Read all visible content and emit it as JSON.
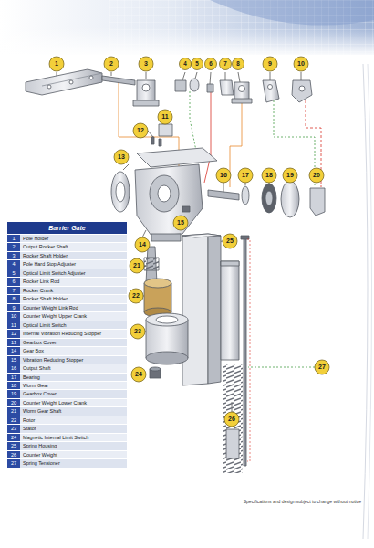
{
  "diagram": {
    "title": "Barrier Gate",
    "caption": "Specifications and design subject to change without notice",
    "labels": [
      "1",
      "2",
      "3",
      "4",
      "5",
      "6",
      "7",
      "8",
      "9",
      "10",
      "11",
      "12",
      "13",
      "14",
      "15",
      "16",
      "17",
      "18",
      "19",
      "20",
      "21",
      "22",
      "23",
      "24",
      "25",
      "26",
      "27",
      "1",
      "Pole Holder",
      "2",
      "Output Rocker Shaft",
      "3",
      "Rocker Shaft Holder",
      "4",
      "Pole Hard Stop Adjuster",
      "5",
      "Optical Limit Switch Adjuster",
      "6",
      "Rocker Link Rod",
      "7",
      "Rocker Crank",
      "8",
      "Rocker Shaft Holder",
      "9",
      "Counter Weight Link Rod",
      "10",
      "Counter Weight Upper Crank",
      "11",
      "Optical Limit Switch",
      "12",
      "Internal Vibration Reducing Stopper",
      "13",
      "Gearbox Cover",
      "14",
      "Gear Box",
      "15",
      "Vibration Reducing Stopper",
      "16",
      "Output Shaft",
      "17",
      "Bearing",
      "18",
      "Worm Gear",
      "19",
      "Gearbox Cover",
      "20",
      "Counter Weight Lower Crank",
      "21",
      "Worm Gear Shaft",
      "22",
      "Rotor",
      "23",
      "Stator",
      "24",
      "Magnetic Internal Limit Switch",
      "25",
      "Spring Housing",
      "26",
      "Counter Weight",
      "27",
      "Spring Tensioner"
    ]
  }
}
